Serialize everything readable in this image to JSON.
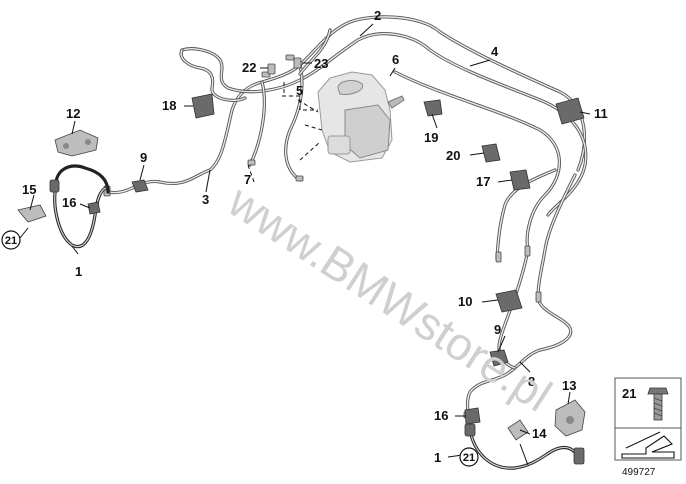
{
  "watermark": "www.BMWstore.pl",
  "diagram_number": "499727",
  "callouts": {
    "c1a": "1",
    "c1b": "1",
    "c2": "2",
    "c3": "3",
    "c4": "4",
    "c5": "5",
    "c6": "6",
    "c7": "7",
    "c8": "8",
    "c9a": "9",
    "c9b": "9",
    "c10": "10",
    "c11": "11",
    "c12": "12",
    "c13": "13",
    "c14": "14",
    "c15": "15",
    "c16a": "16",
    "c16b": "16",
    "c17": "17",
    "c18": "18",
    "c19": "19",
    "c20": "20",
    "c21a": "21",
    "c21b": "21",
    "c22": "22",
    "c23": "23"
  },
  "legend": {
    "bolt_label": "21"
  }
}
